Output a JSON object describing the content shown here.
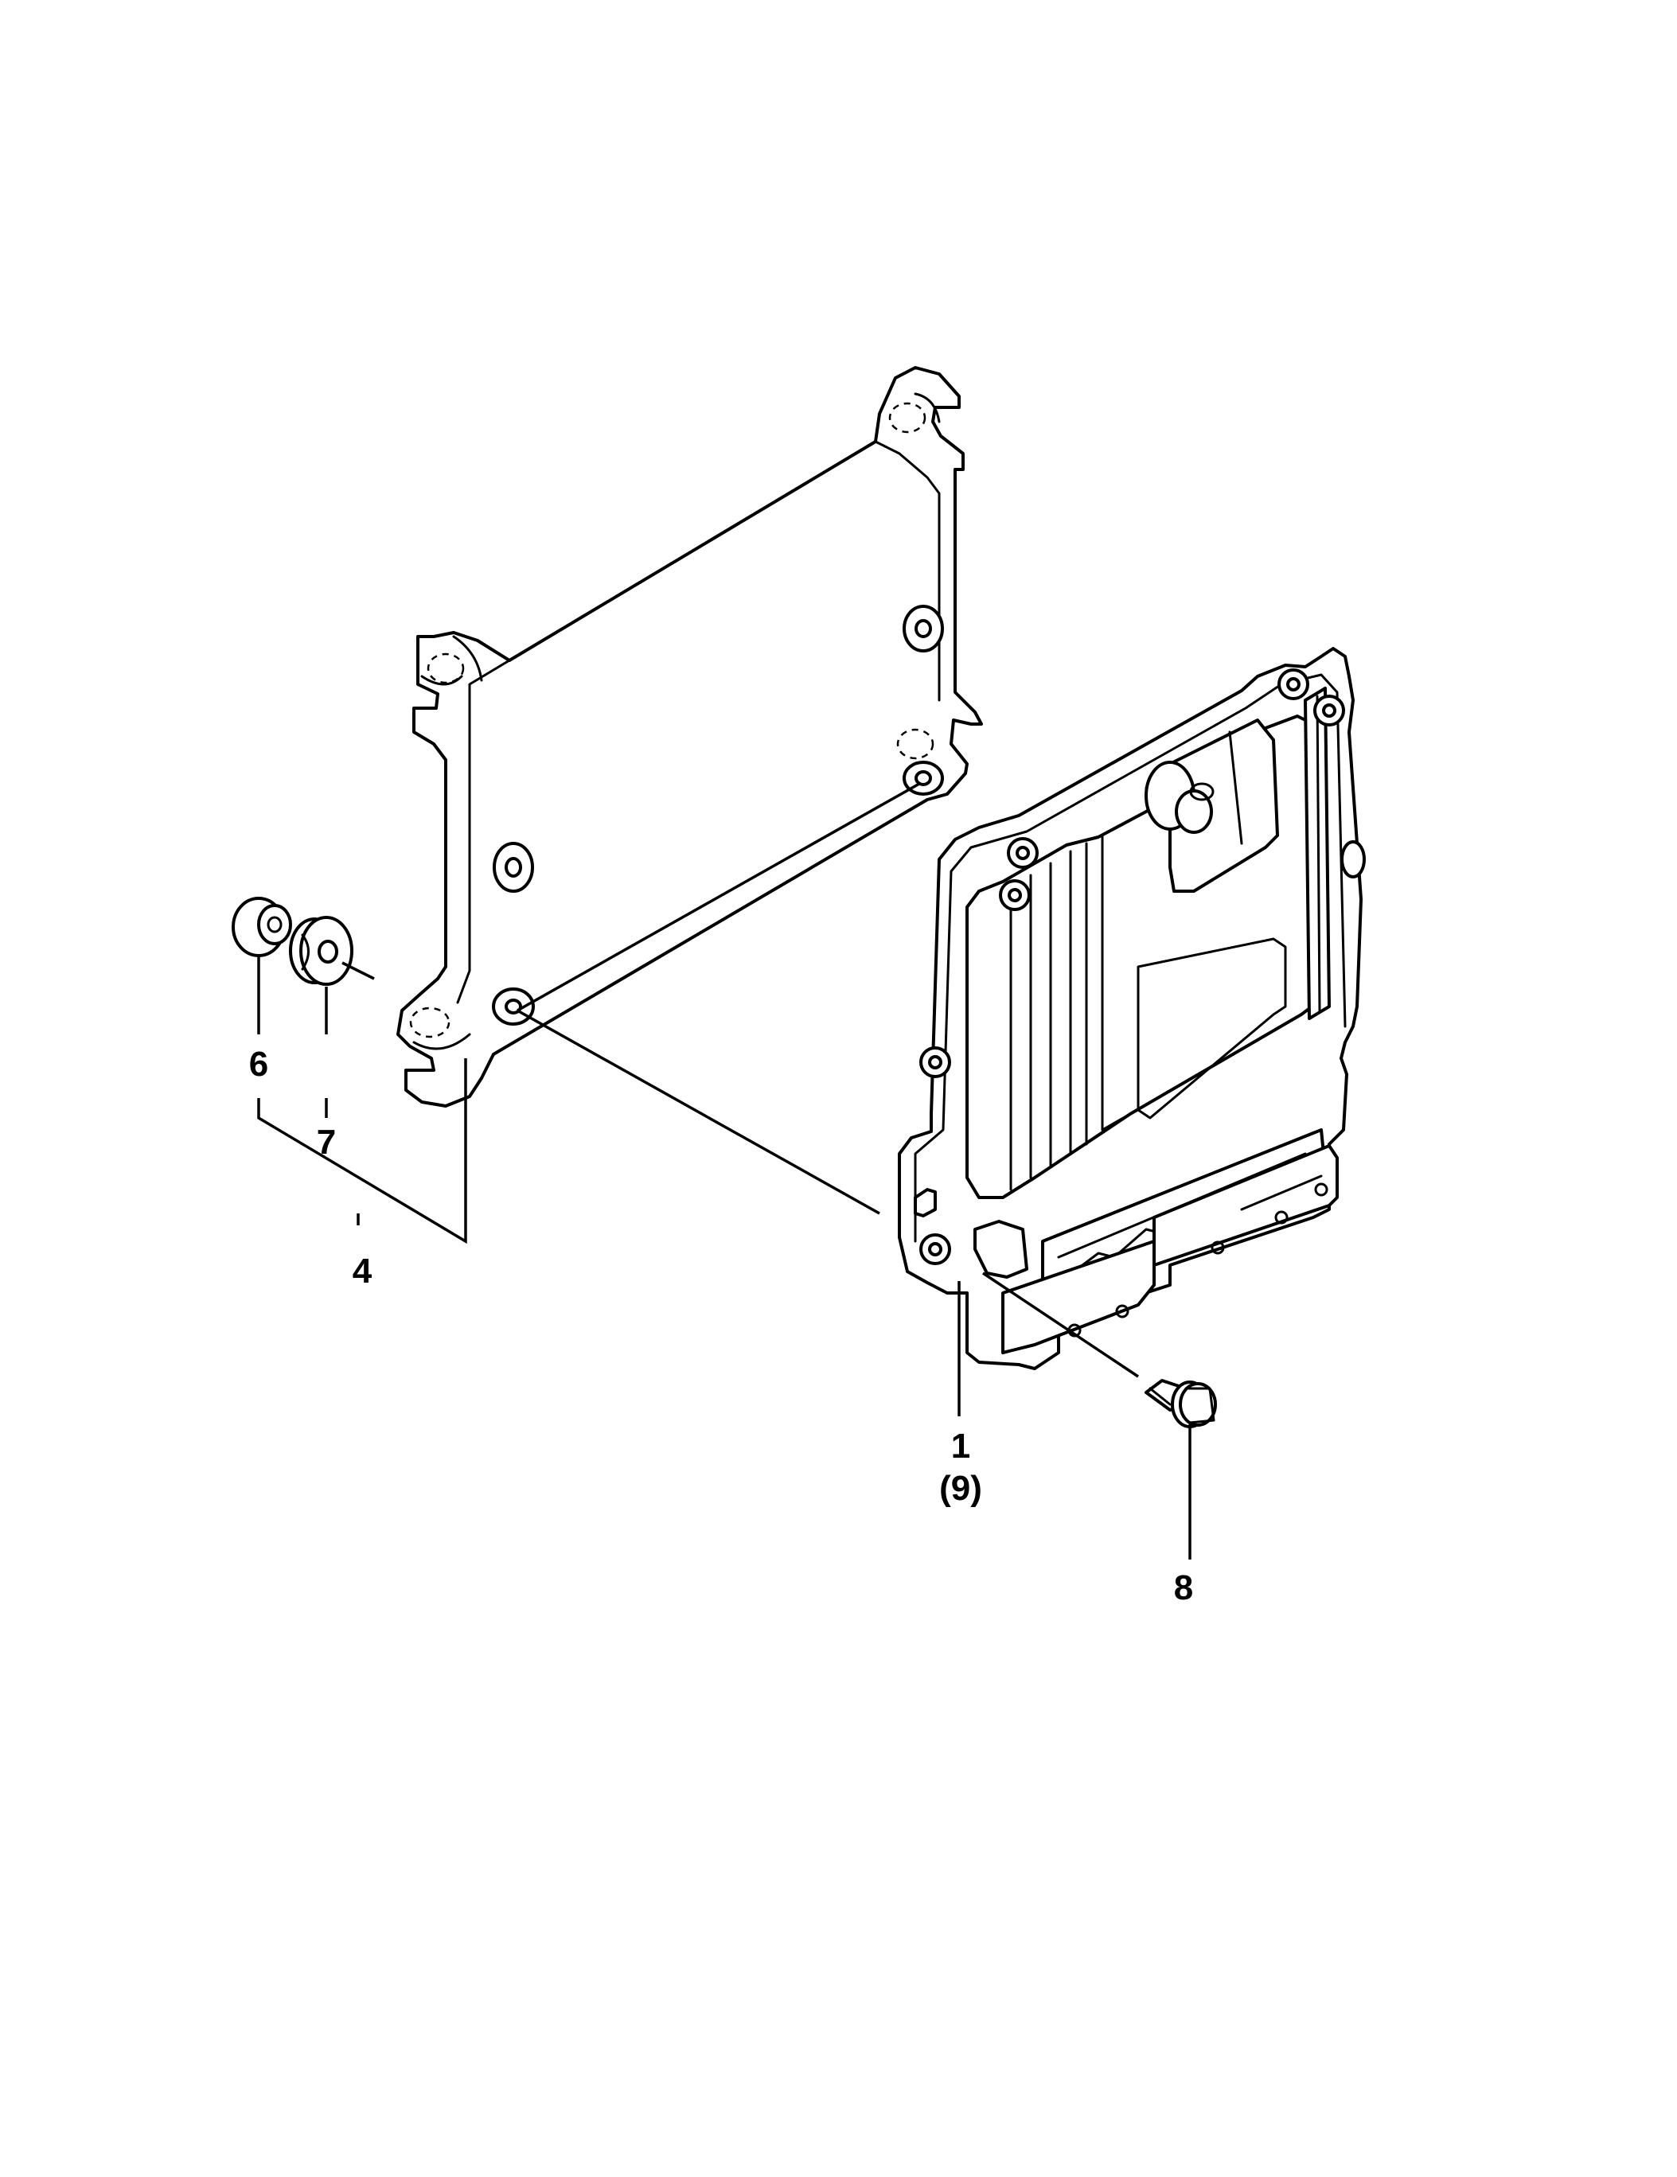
{
  "callouts": {
    "part_1": "1",
    "part_1_qty": "(9)",
    "part_4": "4",
    "part_6": "6",
    "part_7": "7",
    "part_8": "8"
  }
}
